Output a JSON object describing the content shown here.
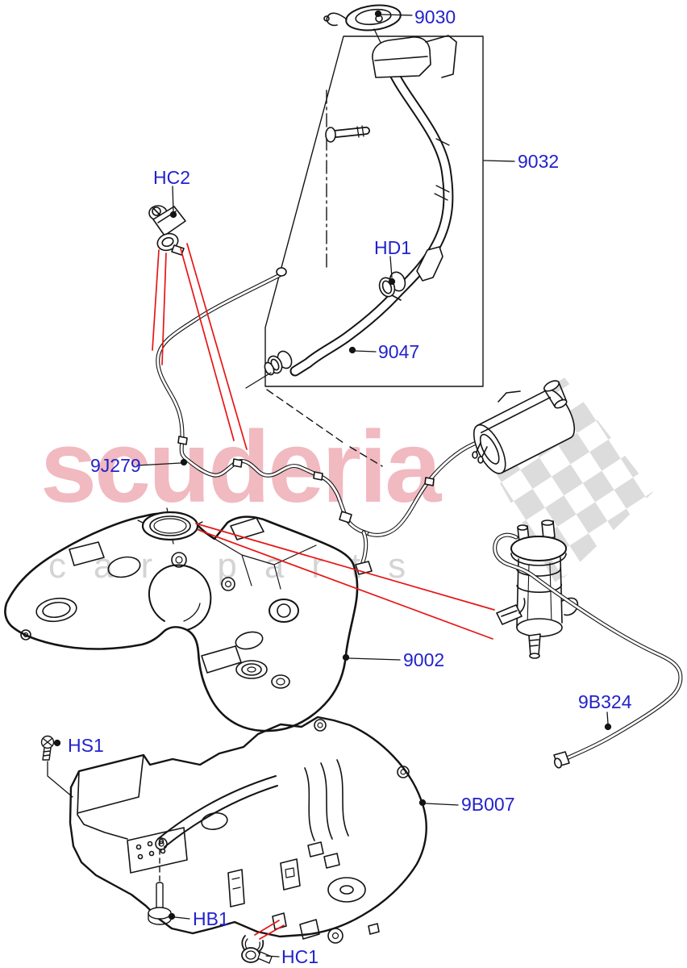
{
  "diagram_title": "Fuel Tank And Related Parts exploded diagram",
  "watermark": {
    "brand": "scuderia",
    "tagline": "car parts",
    "brand_color": "rgba(219,70,90,0.38)",
    "tagline_color": "#d4d4d4",
    "checker_color": "#dcdcdc"
  },
  "colors": {
    "label_blue": "#2222cc",
    "line_black": "#141414",
    "pointer_red": "#e81515",
    "background": "#ffffff"
  },
  "labels": [
    {
      "id": "9030",
      "text": "9030"
    },
    {
      "id": "9032",
      "text": "9032"
    },
    {
      "id": "HC2",
      "text": "HC2"
    },
    {
      "id": "HD1",
      "text": "HD1"
    },
    {
      "id": "9047",
      "text": "9047"
    },
    {
      "id": "9J279",
      "text": "9J279"
    },
    {
      "id": "9002",
      "text": "9002"
    },
    {
      "id": "9B324",
      "text": "9B324"
    },
    {
      "id": "HS1",
      "text": "HS1"
    },
    {
      "id": "9B007",
      "text": "9B007"
    },
    {
      "id": "HB1",
      "text": "HB1"
    },
    {
      "id": "HC1",
      "text": "HC1"
    }
  ],
  "parts": [
    {
      "code": "9030",
      "name": "fuel filler cap"
    },
    {
      "code": "9032",
      "name": "fuel filler pipe"
    },
    {
      "code": "9047",
      "name": "filler pipe lower hose"
    },
    {
      "code": "9J279",
      "name": "fuel vapour tube"
    },
    {
      "code": "9002",
      "name": "fuel tank"
    },
    {
      "code": "9B324",
      "name": "vent tube"
    },
    {
      "code": "9B007",
      "name": "fuel tank shield"
    },
    {
      "code": "HC2",
      "name": "hose clamp"
    },
    {
      "code": "HD1",
      "name": "hose clamp"
    },
    {
      "code": "HS1",
      "name": "shield screw"
    },
    {
      "code": "HB1",
      "name": "shield bolt"
    },
    {
      "code": "HC1",
      "name": "retaining clip"
    }
  ]
}
